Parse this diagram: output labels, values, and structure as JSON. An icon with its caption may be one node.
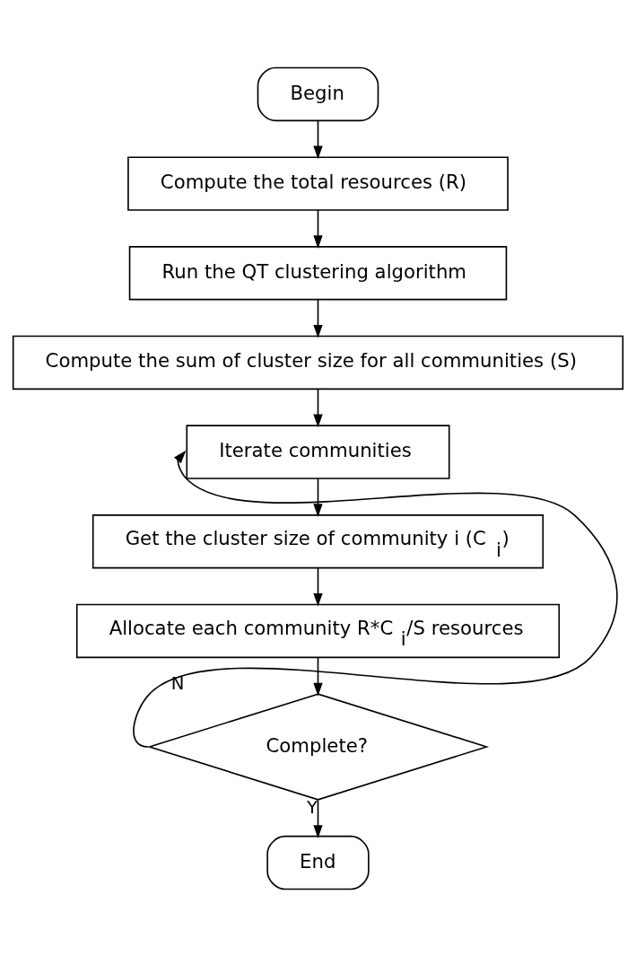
{
  "diagram": {
    "nodes": [
      {
        "text": [
          "Begin"
        ]
      },
      {
        "text": [
          "Compute the total resources (R)"
        ]
      },
      {
        "text": [
          "Run the QT clustering algorithm"
        ]
      },
      {
        "text": [
          "Compute the sum of cluster size for all communities (S)"
        ]
      },
      {
        "text": [
          "Iterate communities"
        ]
      },
      {
        "text": [
          "Get the cluster size of community i (C$_{i}$)"
        ]
      },
      {
        "text": [
          "Allocate each community R*C$_{i}$/S resources"
        ]
      },
      {
        "text": [
          "Complete?"
        ]
      },
      {
        "text": [
          "End"
        ]
      }
    ],
    "edges": [
      {
        "from": 0,
        "to": 1,
        "arrow": "to"
      },
      {
        "from": 1,
        "to": 2,
        "arrow": "to"
      },
      {
        "from": 2,
        "to": 3,
        "arrow": "to"
      },
      {
        "from": 3,
        "to": 4,
        "arrow": "to"
      },
      {
        "from": 4,
        "to": 5,
        "arrow": "to"
      },
      {
        "from": 5,
        "to": 6,
        "arrow": "to"
      },
      {
        "from": 6,
        "to": 7,
        "arrow": "to"
      },
      {
        "from": 7,
        "to": 4,
        "arrow": "to",
        "label": "N"
      },
      {
        "from": 7,
        "to": 8,
        "arrow": "to",
        "label": "Y"
      }
    ]
  }
}
